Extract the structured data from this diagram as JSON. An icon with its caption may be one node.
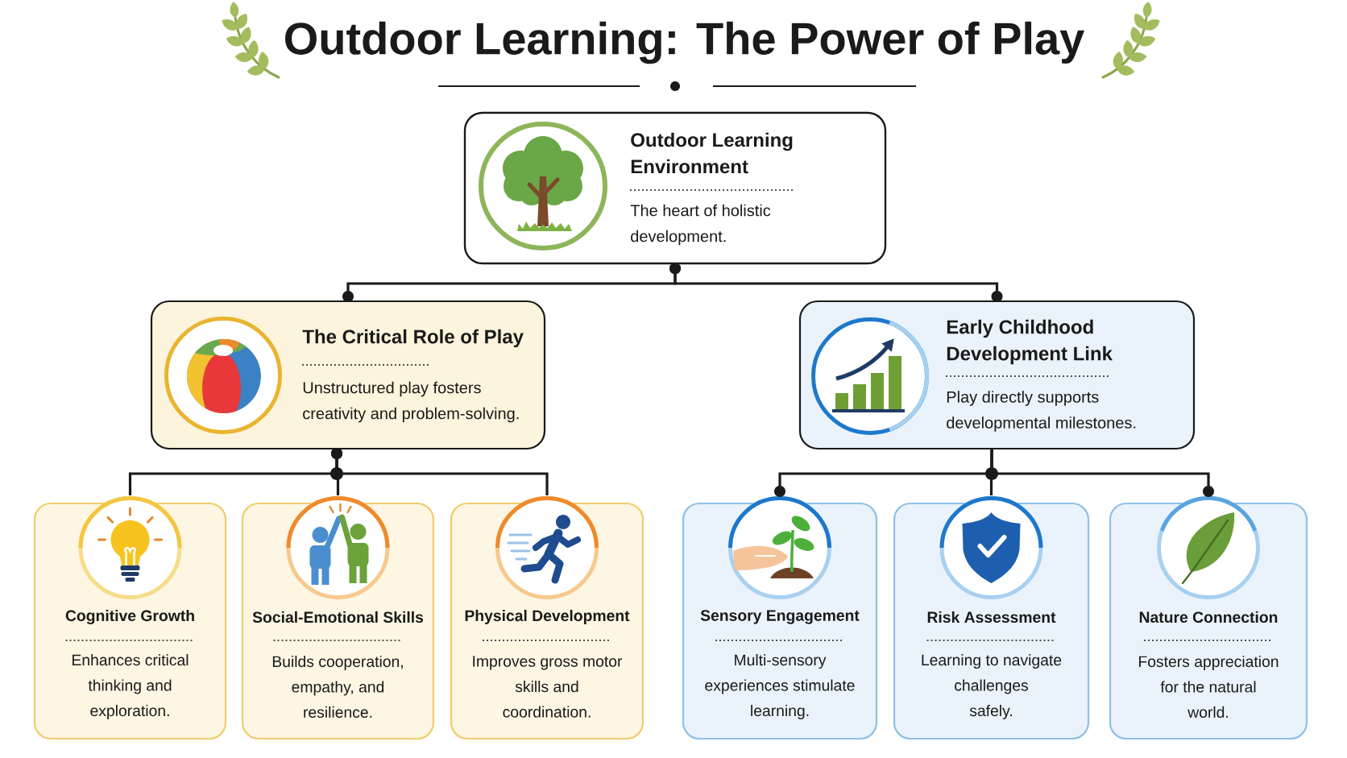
{
  "diagram": {
    "title": "Outdoor Learning: The Power of Play",
    "nodes": [
      {
        "text": [
          "Outdoor Learning Environment",
          "The heart of holistic development."
        ]
      },
      {
        "text": [
          "The Critical Role of Play",
          "Unstructured play fosters creativity and problem-solving."
        ]
      },
      {
        "text": [
          "Early Childhood Development Link",
          "Play directly supports developmental milestones."
        ]
      },
      {
        "text": [
          "Cognitive Growth",
          "Enhances critical thinking and exploration."
        ]
      },
      {
        "text": [
          "Social-Emotional Skills",
          "Builds cooperation, empathy, and resilience."
        ]
      },
      {
        "text": [
          "Physical Development",
          "Improves gross motor skills and coordination."
        ]
      },
      {
        "text": [
          "Sensory Engagement",
          "Multi-sensory experiences stimulate learning."
        ]
      },
      {
        "text": [
          "Risk Assessment",
          "Learning to navigate challenges safely."
        ]
      },
      {
        "text": [
          "Nature Connection",
          "Fosters appreciation for the natural world."
        ]
      }
    ],
    "edges": [
      {
        "from": 0,
        "to": 1,
        "arrow": "other"
      },
      {
        "from": 0,
        "to": 2,
        "arrow": "other"
      },
      {
        "from": 1,
        "to": 3,
        "arrow": "other"
      },
      {
        "from": 1,
        "to": 4,
        "arrow": "other"
      },
      {
        "from": 1,
        "to": 5,
        "arrow": "other"
      },
      {
        "from": 2,
        "to": 6,
        "arrow": "other"
      },
      {
        "from": 2,
        "to": 7,
        "arrow": "none"
      },
      {
        "from": 2,
        "to": 8,
        "arrow": "other"
      }
    ]
  }
}
